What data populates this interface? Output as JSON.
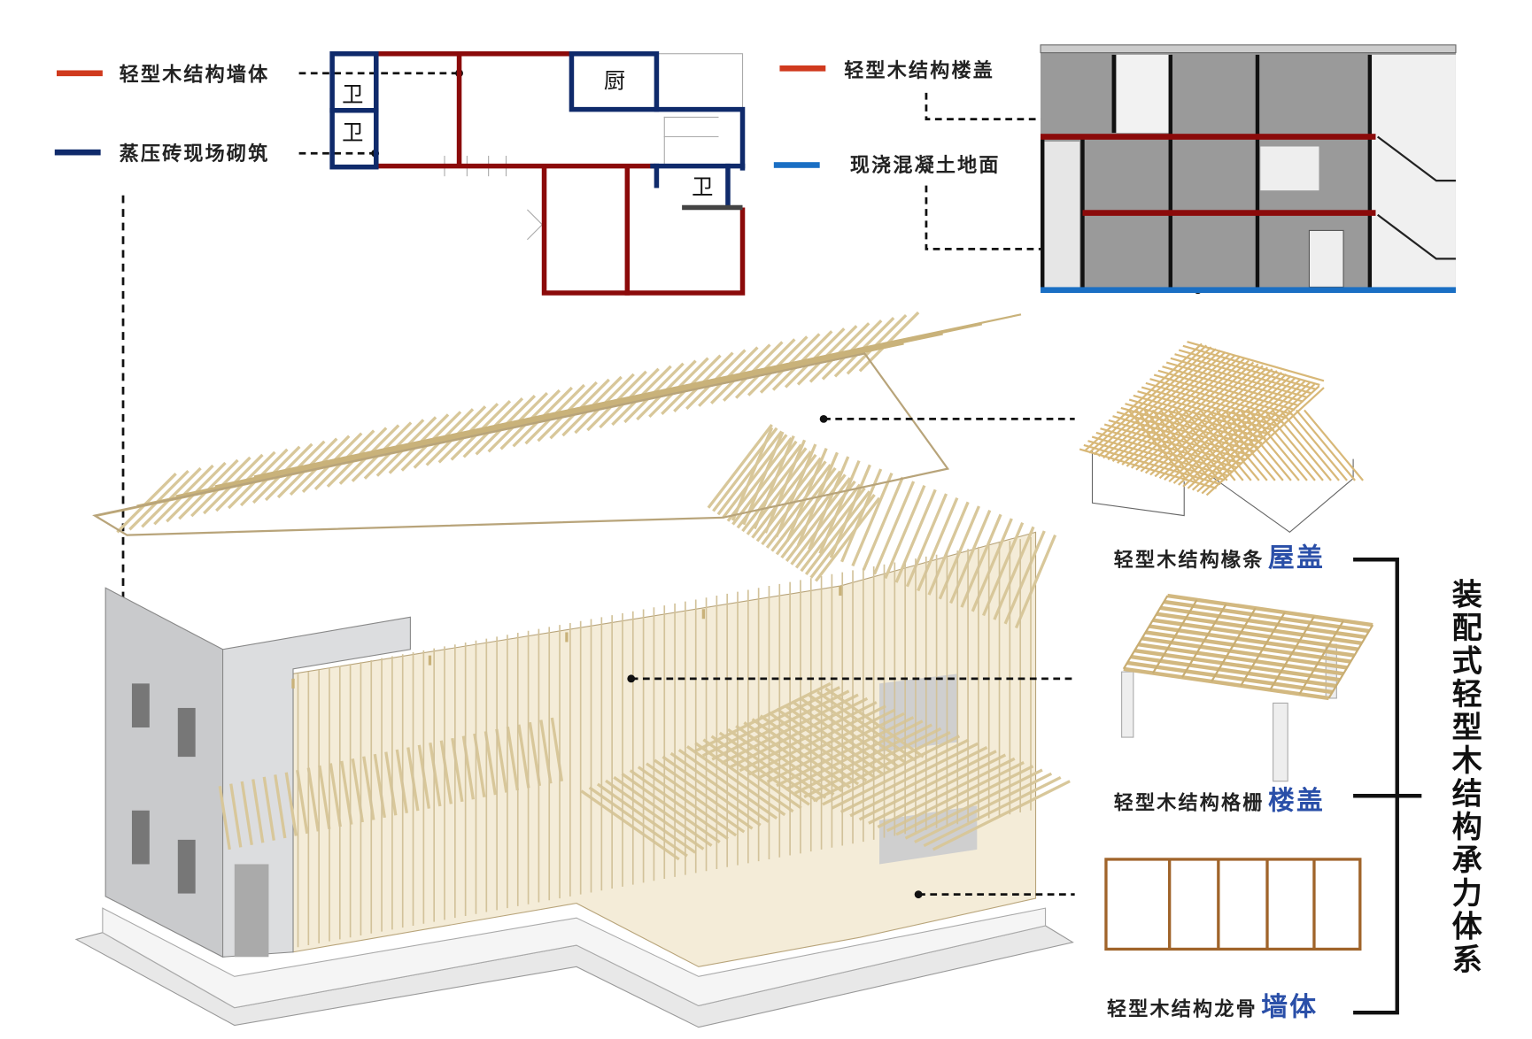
{
  "legend": {
    "wood_wall": {
      "label": "轻型木结构墙体",
      "color": "#d03a1e"
    },
    "brick_wall": {
      "label": "蒸压砖现场砌筑",
      "color": "#0f2a6b"
    },
    "wood_floor": {
      "label": "轻型木结构楼盖",
      "color": "#d03a1e"
    },
    "concrete_floor": {
      "label": "现浇混凝土地面",
      "color": "#1a6fc4"
    }
  },
  "floor_plan": {
    "rooms": [
      "卫",
      "卫",
      "厨",
      "卫"
    ],
    "wood_color": "#8b0a0a",
    "brick_color": "#0f2a6b"
  },
  "components": [
    {
      "prefix": "轻型木结构椽条",
      "emphasis": "屋盖"
    },
    {
      "prefix": "轻型木结构格栅",
      "emphasis": "楼盖"
    },
    {
      "prefix": "轻型木结构龙骨",
      "emphasis": "墙体"
    }
  ],
  "system_title": "装配式轻型木结构承力体系",
  "colors": {
    "accent": "#2a4fa8",
    "timber": "#e8dcb8",
    "timber_dark": "#b08a4a",
    "stud": "#a0642a"
  }
}
